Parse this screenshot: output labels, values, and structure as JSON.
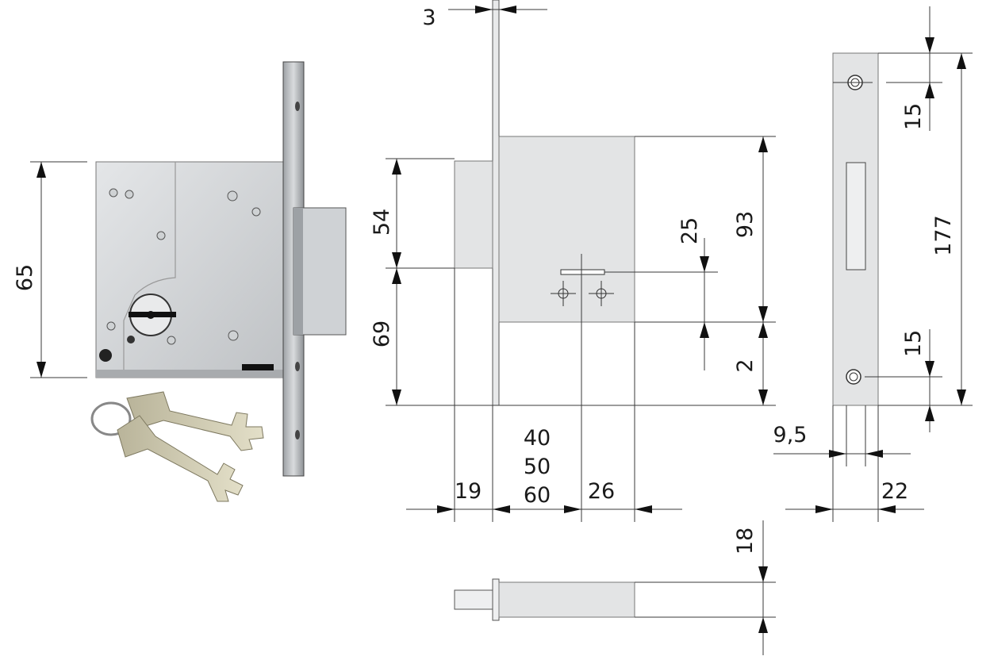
{
  "dimensions": {
    "photo_height": "65",
    "faceplate_thickness": "3",
    "upper_height": "54",
    "lower_height": "69",
    "bolt_offset": "25",
    "case_height": "93",
    "bottom_gap": "2",
    "faceplate_length": "177",
    "screw_top": "15",
    "screw_bottom": "15",
    "bolt_projection": "19",
    "backset_1": "40",
    "backset_2": "50",
    "backset_3": "60",
    "rear_depth": "26",
    "bolt_width": "9,5",
    "faceplate_width": "22",
    "bolt_thickness": "18"
  },
  "colors": {
    "metal": "#d6d8da",
    "line": "#3a3a3a",
    "text": "#1a1a1a"
  }
}
